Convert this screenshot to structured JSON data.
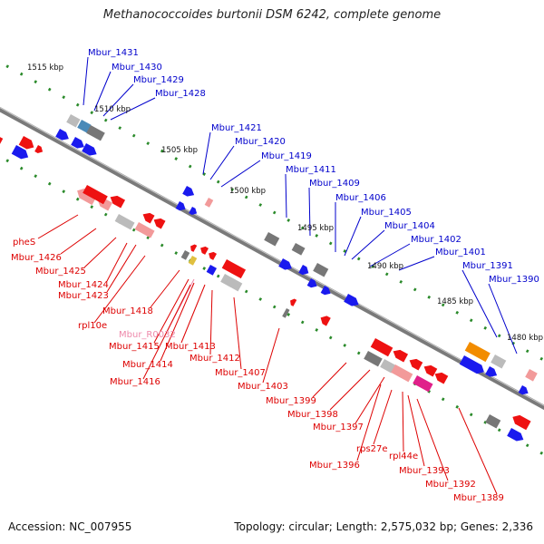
{
  "title": "Methanococcoides burtonii DSM 6242, complete genome",
  "footer": {
    "accession": "Accession: NC_007955",
    "summary": "Topology: circular; Length: 2,575,032 bp; Genes: 2,336"
  },
  "ticks": [
    "1515 kbp",
    "1510 kbp",
    "1505 kbp",
    "1500 kbp",
    "1495 kbp",
    "1490 kbp",
    "1485 kbp",
    "1480 kbp"
  ],
  "colors": {
    "forward_label": "#0000cc",
    "reverse_label": "#dd0000",
    "rna_label": "#ee88aa",
    "backbone": "#888888",
    "tick_dots": "#2a8a2a"
  },
  "upper_labels": [
    "Mbur_1431",
    "Mbur_1430",
    "Mbur_1429",
    "Mbur_1428",
    "Mbur_1421",
    "Mbur_1420",
    "Mbur_1419",
    "Mbur_1411",
    "Mbur_1409",
    "Mbur_1406",
    "Mbur_1405",
    "Mbur_1404",
    "Mbur_1402",
    "Mbur_1401",
    "Mbur_1391",
    "Mbur_1390"
  ],
  "lower_labels": [
    "pheS",
    "Mbur_1426",
    "Mbur_1425",
    "Mbur_1424",
    "Mbur_1423",
    "rpl10e",
    "Mbur_1418",
    "Mbur_R0032",
    "Mbur_1415",
    "Mbur_1413",
    "Mbur_1414",
    "Mbur_1416",
    "Mbur_1412",
    "Mbur_1407",
    "Mbur_1403",
    "Mbur_1399",
    "Mbur_1398",
    "Mbur_1397",
    "rps27e",
    "rpl44e",
    "Mbur_1396",
    "Mbur_1393",
    "Mbur_1392",
    "Mbur_1389"
  ]
}
